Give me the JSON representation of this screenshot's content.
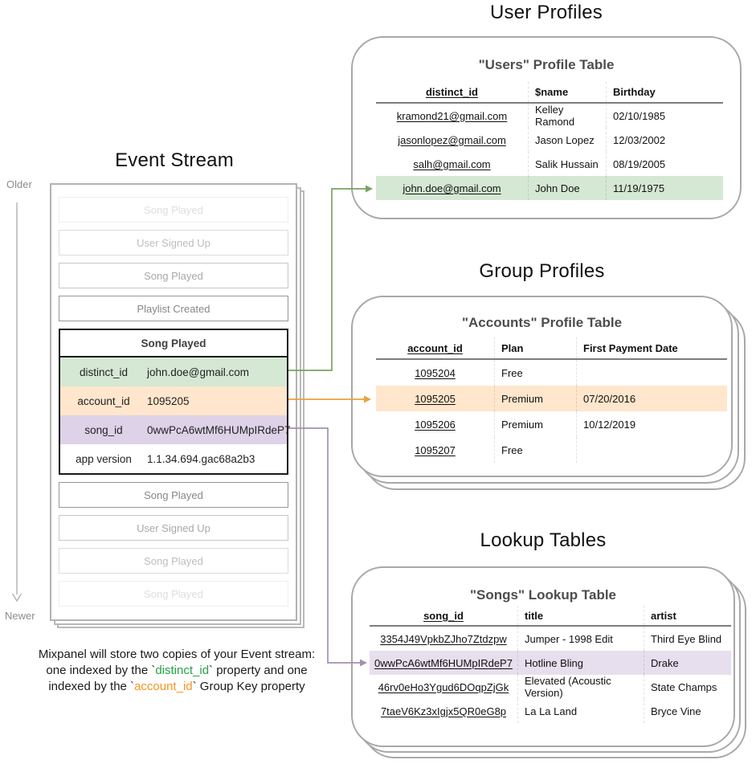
{
  "event_stream": {
    "title": "Event Stream",
    "older_label": "Older",
    "newer_label": "Newer",
    "events_before": [
      "Song Played",
      "User Signed Up",
      "Song Played",
      "Playlist Created"
    ],
    "expanded": {
      "title": "Song Played",
      "rows": [
        {
          "key": "distinct_id",
          "value": "john.doe@gmail.com",
          "highlight": "green"
        },
        {
          "key": "account_id",
          "value": "1095205",
          "highlight": "orange"
        },
        {
          "key": "song_id",
          "value": "0wwPcA6wtMf6HUMpIRdeP7",
          "highlight": "purple"
        },
        {
          "key": "app version",
          "value": "1.1.34.694.gac68a2b3",
          "highlight": "none"
        }
      ]
    },
    "events_after": [
      "Song Played",
      "User Signed Up",
      "Song Played",
      "Song Played"
    ]
  },
  "user_profiles": {
    "section_title": "User Profiles",
    "table_title": "\"Users\" Profile Table",
    "columns": [
      "distinct_id",
      "$name",
      "Birthday"
    ],
    "rows": [
      [
        "kramond21@gmail.com",
        "Kelley Ramond",
        "02/10/1985"
      ],
      [
        "jasonlopez@gmail.com",
        "Jason Lopez",
        "12/03/2002"
      ],
      [
        "salh@gmail.com",
        "Salik Hussain",
        "08/19/2005"
      ],
      [
        "john.doe@gmail.com",
        "John Doe",
        "11/19/1975"
      ]
    ],
    "highlighted_row_index": 3,
    "highlight_color": "green"
  },
  "group_profiles": {
    "section_title": "Group Profiles",
    "table_title": "\"Accounts\" Profile Table",
    "columns": [
      "account_id",
      "Plan",
      "First Payment Date"
    ],
    "rows": [
      [
        "1095204",
        "Free",
        ""
      ],
      [
        "1095205",
        "Premium",
        "07/20/2016"
      ],
      [
        "1095206",
        "Premium",
        "10/12/2019"
      ],
      [
        "1095207",
        "Free",
        ""
      ]
    ],
    "highlighted_row_index": 1,
    "highlight_color": "orange"
  },
  "lookup_tables": {
    "section_title": "Lookup Tables",
    "table_title": "\"Songs\" Lookup Table",
    "columns": [
      "song_id",
      "title",
      "artist"
    ],
    "rows": [
      [
        "3354J49VpkbZJho7Ztdzpw",
        "Jumper - 1998 Edit",
        "Third Eye Blind"
      ],
      [
        "0wwPcA6wtMf6HUMpIRdeP7",
        "Hotline Bling",
        "Drake"
      ],
      [
        "46rv0eHo3Ygud6DOqpZjGk",
        "Elevated (Acoustic Version)",
        "State Champs"
      ],
      [
        "7taeV6Kz3xIgjx5QR0eG8p",
        "La La Land",
        "Bryce Vine"
      ]
    ],
    "highlighted_row_index": 1,
    "highlight_color": "purple"
  },
  "caption": {
    "line1": "Mixpanel will store two copies of your Event stream:",
    "line2": {
      "pre": "one indexed by the `",
      "code": "distinct_id",
      "post": "` property and one"
    },
    "line3": {
      "pre": "indexed by the `",
      "code": "account_id",
      "post": "` Group Key property"
    }
  },
  "colors": {
    "green_fill": "#d5e8d4",
    "orange_fill": "#ffe6cc",
    "purple_fill": "#ddd2e7",
    "purple_fill_light": "#e7deee",
    "green_arrow": "#7aa35f",
    "orange_arrow": "#e8a33d",
    "purple_arrow": "#a391b3",
    "caption_green": "#27a144",
    "caption_orange": "#f7941e"
  }
}
